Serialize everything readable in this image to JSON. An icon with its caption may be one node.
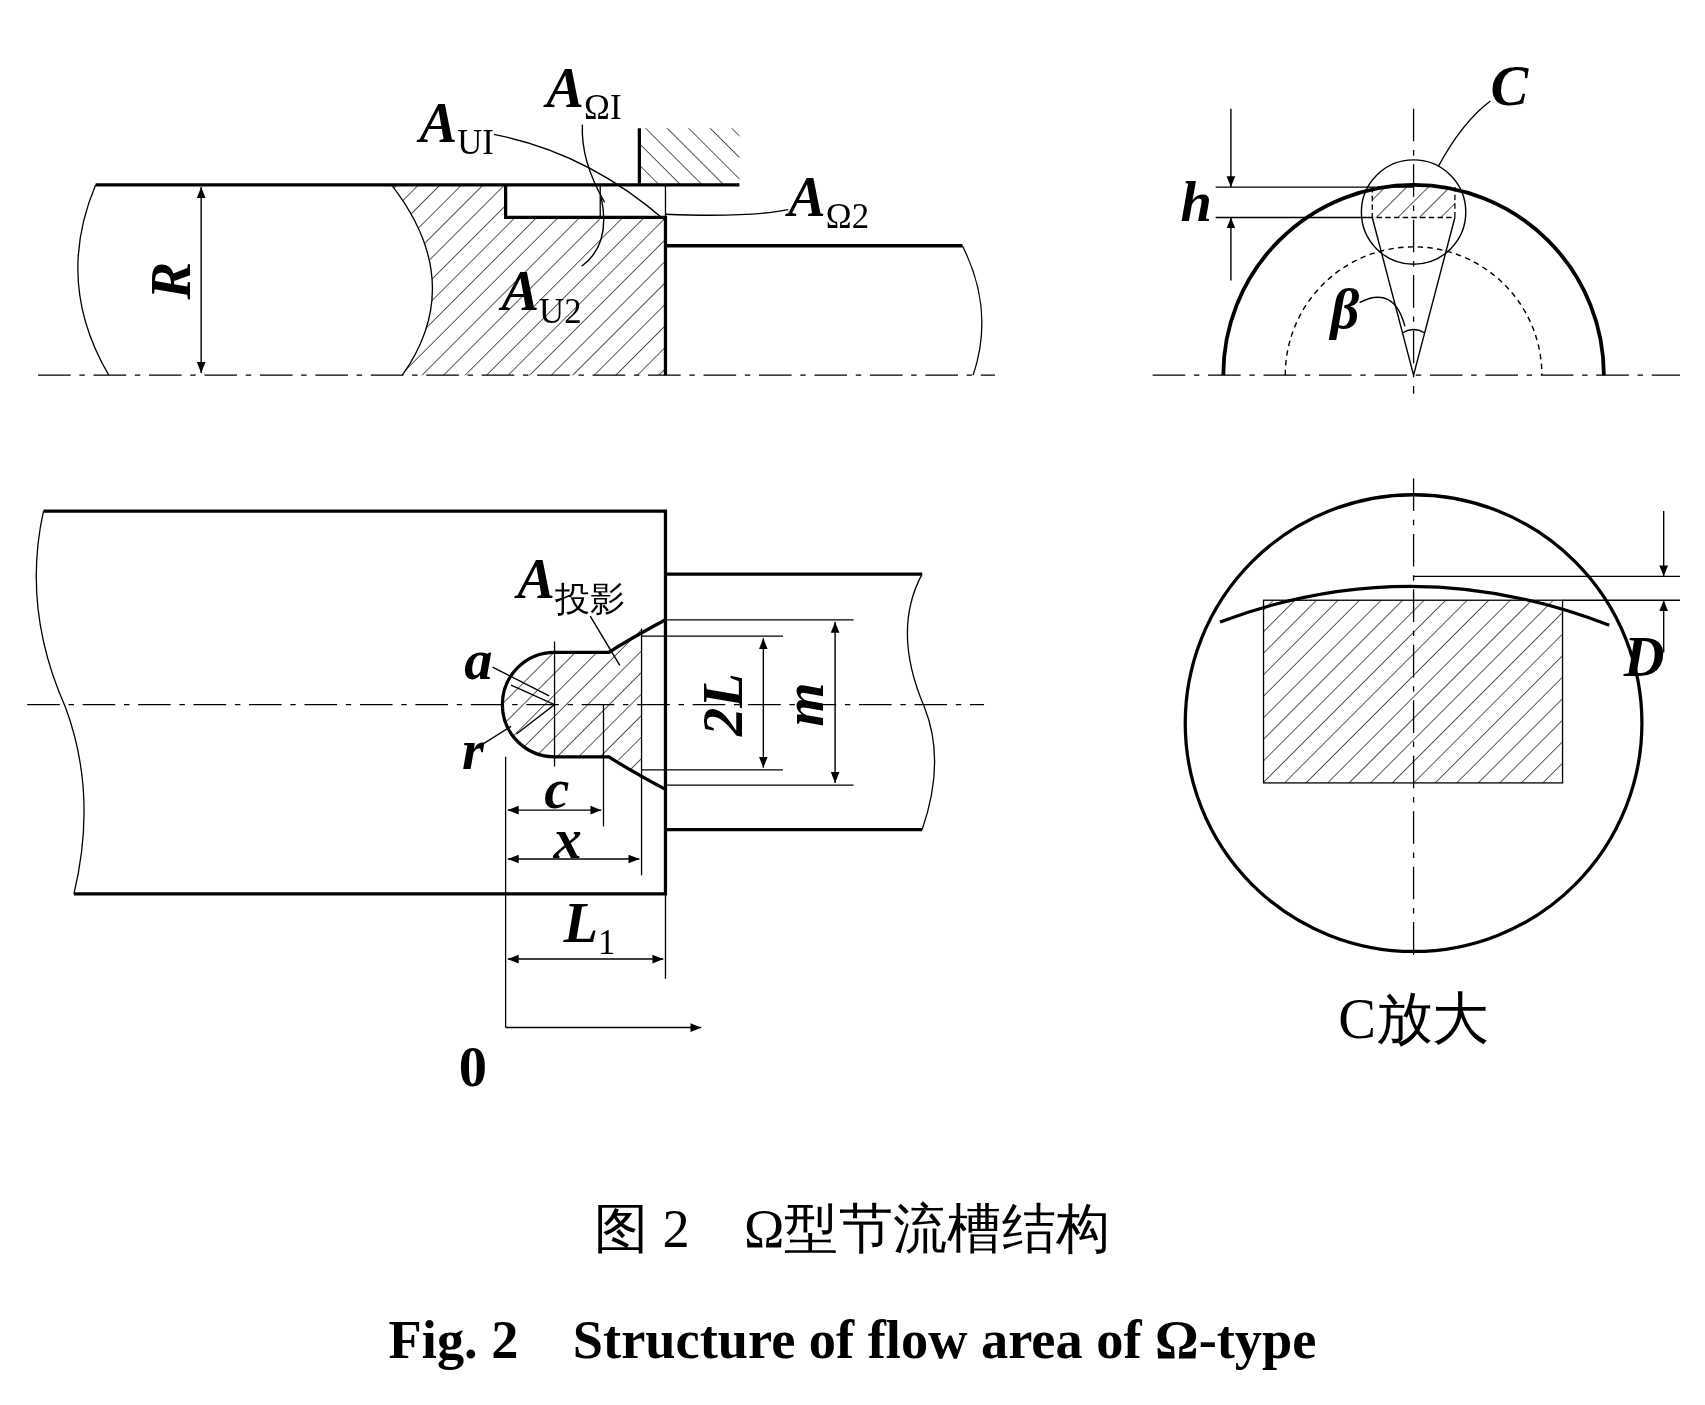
{
  "diagram": {
    "caption": "图 2　Ω型节流槽结构",
    "nodes": [
      {
        "text": [
          "A$_{UI}$"
        ]
      },
      {
        "text": [
          "A$_{ΩI}$"
        ]
      },
      {
        "text": [
          "A$_{Ω2}$"
        ]
      },
      {
        "text": [
          "A$_{U2}$"
        ]
      },
      {
        "text": [
          "C"
        ]
      },
      {
        "text": [],
        "shape": "circle"
      },
      {
        "text": [
          "β"
        ]
      },
      {
        "text": [
          "A$_{投影}$"
        ]
      },
      {
        "text": [
          "a"
        ]
      },
      {
        "text": [
          "r"
        ]
      }
    ],
    "edges": [
      {
        "from": 0,
        "to": null,
        "arrow": "none"
      },
      {
        "from": 1,
        "to": null,
        "arrow": "none"
      },
      {
        "from": 2,
        "to": null,
        "arrow": "none"
      },
      {
        "from": 3,
        "to": null,
        "arrow": "none"
      },
      {
        "from": 4,
        "to": 5,
        "arrow": "none"
      },
      {
        "from": 6,
        "to": null,
        "arrow": "none"
      },
      {
        "from": 7,
        "to": null,
        "arrow": "none"
      },
      {
        "from": 8,
        "to": null,
        "arrow": "none"
      },
      {
        "from": 9,
        "to": null,
        "arrow": "none"
      }
    ],
    "labels": [
      "R",
      "h",
      "2L",
      "m",
      "D",
      "c",
      "x",
      "L$_{1}$",
      "0",
      "C放大",
      "Fig. 2　Structure of flow area of Ω-type"
    ]
  }
}
